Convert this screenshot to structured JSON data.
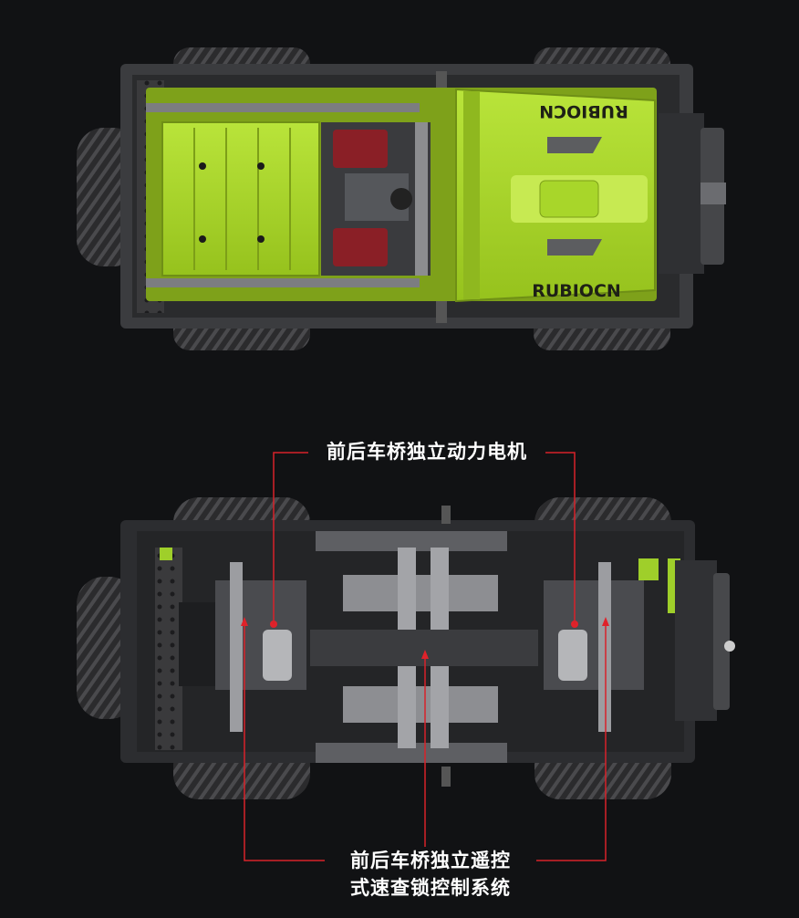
{
  "scene": {
    "background": "#111214",
    "accent_green": "#a8d62a",
    "callout_line_color": "#d8222a"
  },
  "top_view": {
    "badge_left": "RUBIOCN",
    "badge_right": "RUBIOCN"
  },
  "callouts": {
    "top_label": "前后车桥独立动力电机",
    "bottom_label_line1": "前后车桥独立遥控",
    "bottom_label_line2": "式速查锁控制系统"
  }
}
